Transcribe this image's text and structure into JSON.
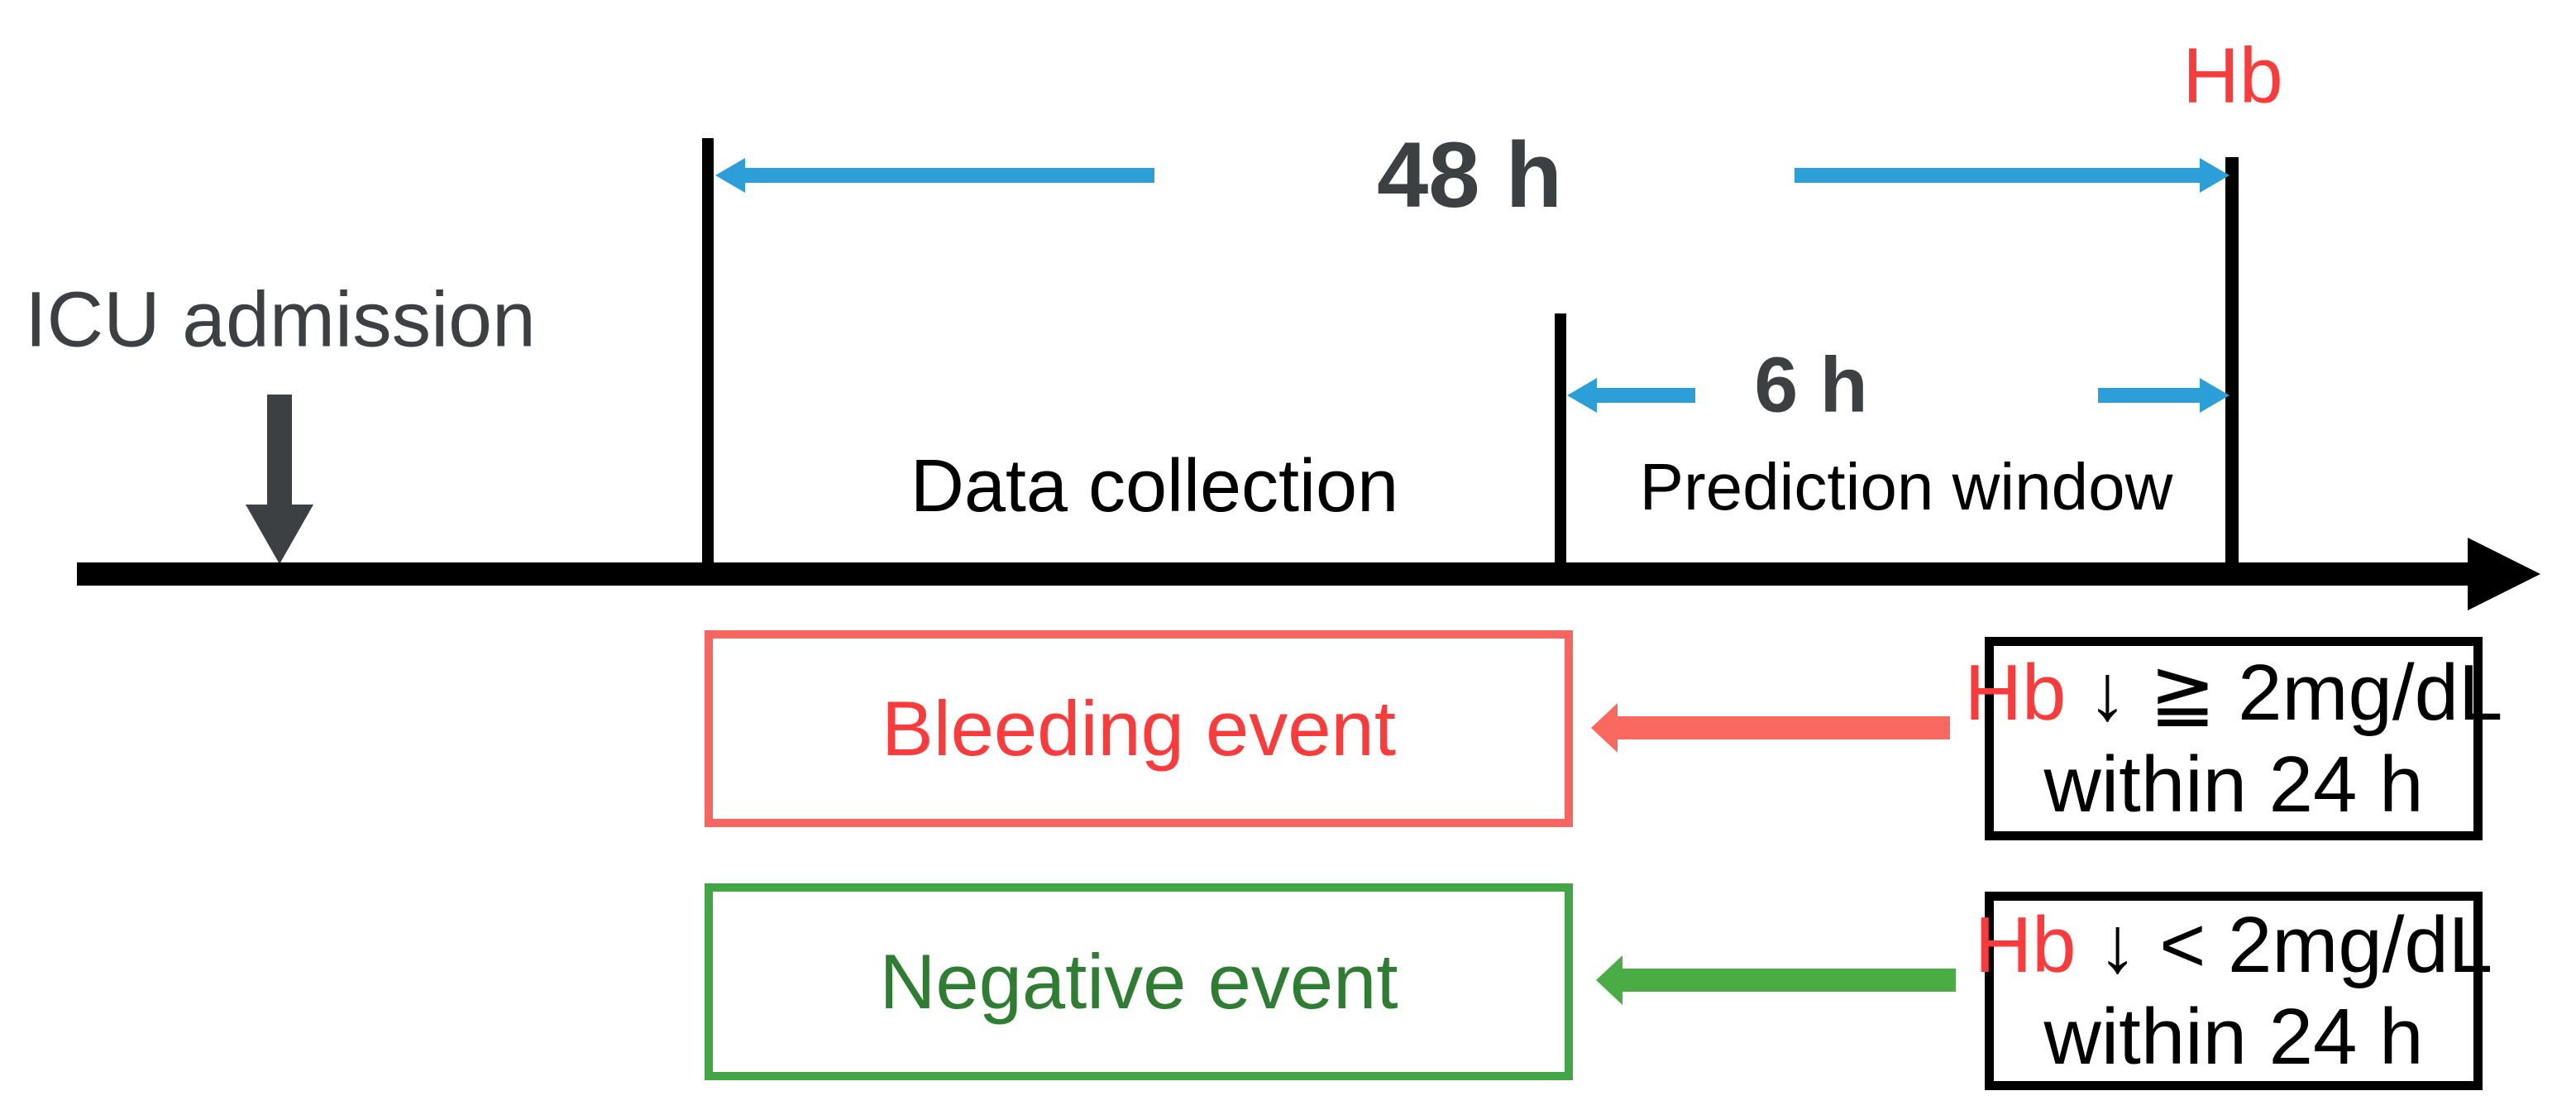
{
  "colors": {
    "blue": "#2d9fd8",
    "dark": "#3d4043",
    "red": "#fa3b3b",
    "salmon": "#f4665f",
    "salmon_arrow": "#f9695f",
    "green_border": "#43a646",
    "green_arrow": "#4aac45",
    "green_text": "#2e7d32"
  },
  "timeline": {
    "hb_label": "Hb",
    "icu_admission_label": "ICU admission",
    "duration_48h_label": "48 h",
    "duration_6h_label": "6 h",
    "data_collection_label": "Data collection",
    "prediction_window_label": "Prediction window"
  },
  "events": {
    "bleeding": {
      "label": "Bleeding event"
    },
    "negative": {
      "label": "Negative event"
    }
  },
  "criteria": {
    "bleeding": {
      "hb_label": "Hb",
      "condition": "↓ ≧ 2mg/dL",
      "window": "within 24 h"
    },
    "negative": {
      "hb_label": "Hb",
      "condition": "↓ < 2mg/dL",
      "window": "within 24 h"
    }
  }
}
